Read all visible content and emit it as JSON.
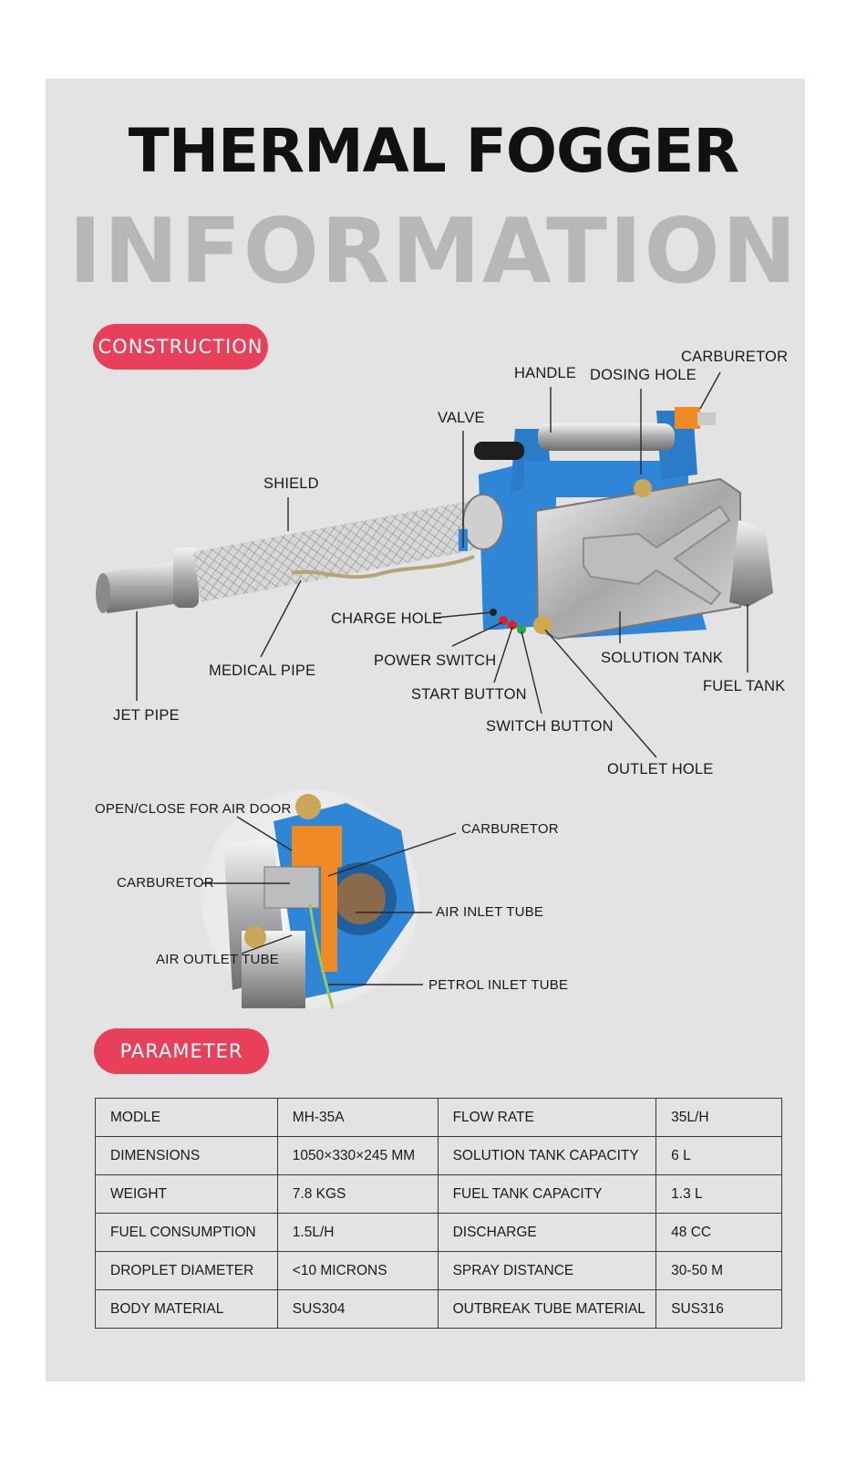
{
  "header": {
    "title": "THERMAL FOGGER",
    "subtitle": "INFORMATION"
  },
  "construction": {
    "section_label": "CONSTRUCTION",
    "labels": {
      "handle": "HANDLE",
      "dosing_hole": "DOSING HOLE",
      "carburetor": "CARBURETOR",
      "valve": "VALVE",
      "shield": "SHIELD",
      "charge_hole": "CHARGE HOLE",
      "power_switch": "POWER SWITCH",
      "medical_pipe": "MEDICAL PIPE",
      "solution_tank": "SOLUTION TANK",
      "fuel_tank": "FUEL TANK",
      "start_button": "START BUTTON",
      "jet_pipe": "JET PIPE",
      "switch_button": "SWITCH BUTTON",
      "outlet_hole": "OUTLET HOLE"
    }
  },
  "detail": {
    "labels": {
      "air_door": "OPEN/CLOSE FOR AIR DOOR",
      "carburetor_right": "CARBURETOR",
      "carburetor_left": "CARBURETOR",
      "air_inlet_tube": "AIR INLET TUBE",
      "air_outlet_tube": "AIR OUTLET TUBE",
      "petrol_inlet_tube": "PETROL INLET TUBE"
    }
  },
  "parameter": {
    "section_label": "PARAMETER",
    "rows": [
      [
        "MODLE",
        "MH-35A",
        "FLOW RATE",
        "35L/H"
      ],
      [
        "DIMENSIONS",
        "1050×330×245 MM",
        "SOLUTION TANK  CAPACITY",
        "6 L"
      ],
      [
        "WEIGHT",
        "7.8 KGS",
        "FUEL TANK CAPACITY",
        "1.3 L"
      ],
      [
        "FUEL CONSUMPTION",
        "1.5L/H",
        "DISCHARGE",
        "48 CC"
      ],
      [
        "DROPLET DIAMETER",
        "<10 MICRONS",
        "SPRAY DISTANCE",
        "30-50 M"
      ],
      [
        "BODY MATERIAL",
        "SUS304",
        "OUTBREAK TUBE MATERIAL",
        "SUS316"
      ]
    ]
  },
  "colors": {
    "accent": "#e8405a",
    "panel": "#e3e3e3",
    "machine_blue": "#2f86d6",
    "steel": "#c9c9c9"
  }
}
